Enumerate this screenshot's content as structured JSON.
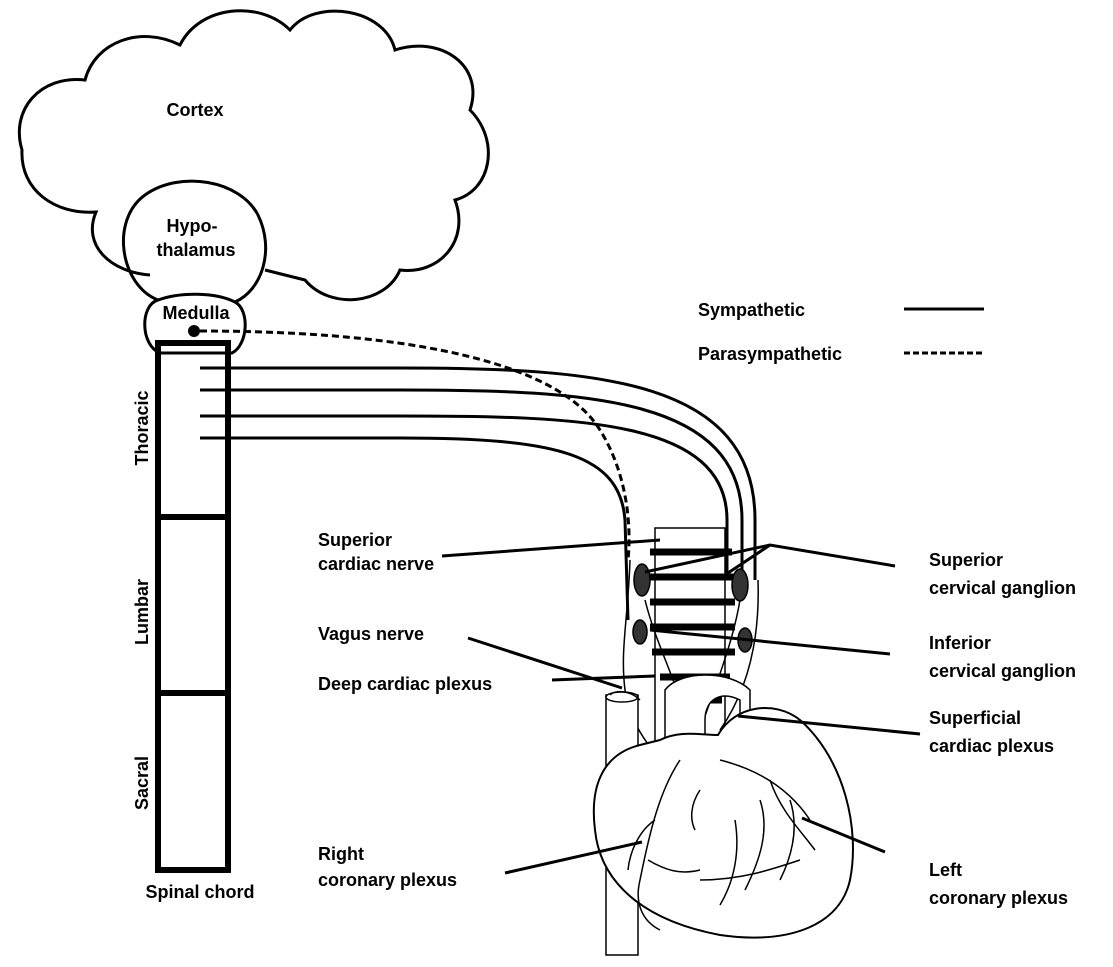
{
  "brain": {
    "cortex": "Cortex",
    "hypothalamus_line1": "Hypo-",
    "hypothalamus_line2": "thalamus",
    "medulla": "Medulla"
  },
  "spinal_cord": {
    "segments": [
      "Thoracic",
      "Lumbar",
      "Sacral"
    ],
    "caption": "Spinal chord"
  },
  "legend": {
    "sympathetic": "Sympathetic",
    "parasympathetic": "Parasympathetic"
  },
  "labels_left": [
    {
      "line1": "Superior",
      "line2": "cardiac nerve"
    },
    {
      "line1": "Vagus nerve",
      "line2": ""
    },
    {
      "line1": "Deep cardiac plexus",
      "line2": ""
    },
    {
      "line1": "Right",
      "line2": "coronary plexus"
    }
  ],
  "labels_right": [
    {
      "line1": "Superior",
      "line2": "cervical ganglion"
    },
    {
      "line1": "Inferior",
      "line2": "cervical ganglion"
    },
    {
      "line1": "Superficial",
      "line2": "cardiac plexus"
    },
    {
      "line1": "Left",
      "line2": "coronary plexus"
    }
  ]
}
